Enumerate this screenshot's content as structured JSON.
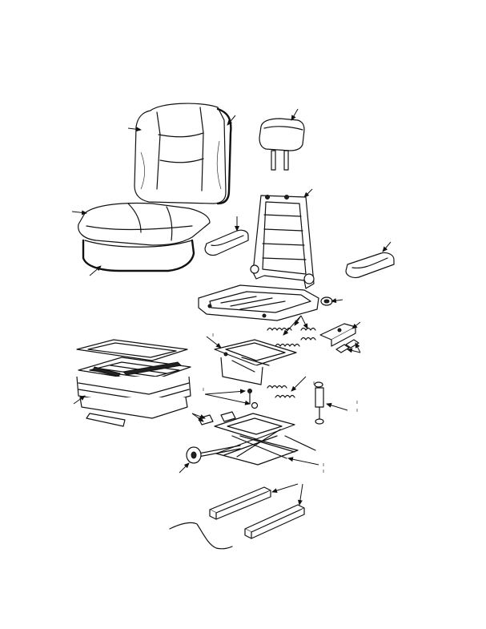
{
  "figure": {
    "type": "exploded-parts-diagram",
    "subject": "seat-assembly",
    "text_labels": [],
    "callout_count": 20
  }
}
